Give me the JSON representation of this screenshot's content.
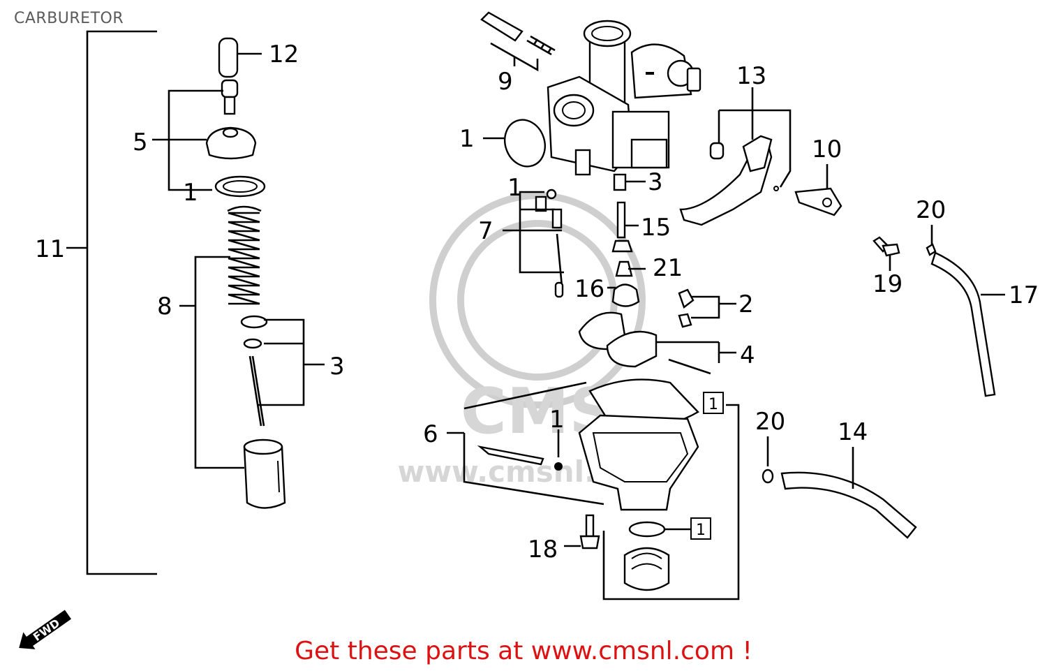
{
  "title": "CARBURETOR",
  "footer": "Get these parts at www.cmsnl.com !",
  "watermark": {
    "text_main": "CMS",
    "text_url": "www.cmsnl.com"
  },
  "fwd_label": "FWD",
  "callouts": {
    "c1a": "1",
    "c1b": "1",
    "c1c": "1",
    "c1d": "1",
    "c2": "2",
    "c3a": "3",
    "c3b": "3",
    "c4": "4",
    "c5": "5",
    "c6": "6",
    "c7": "7",
    "c8": "8",
    "c9": "9",
    "c10": "10",
    "c11": "11",
    "c12": "12",
    "c13": "13",
    "c14": "14",
    "c15": "15",
    "c16": "16",
    "c17": "17",
    "c18": "18",
    "c19": "19",
    "c20a": "20",
    "c20b": "20",
    "c21": "21"
  },
  "boxed_callouts": {
    "b1a": "1",
    "b1b": "1"
  },
  "colors": {
    "footer_text": "#dd1111",
    "title_text": "#5a5a5a",
    "watermark": "#d0d0d0"
  }
}
